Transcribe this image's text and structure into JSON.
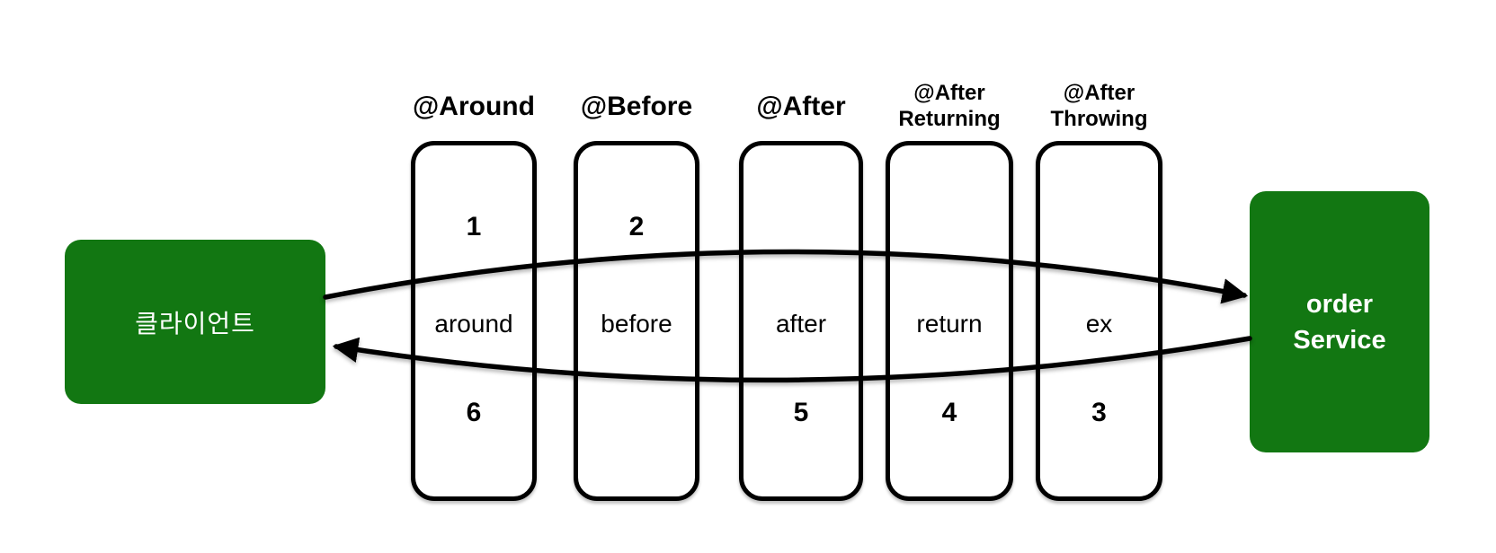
{
  "client": {
    "label": "클라이언트"
  },
  "service": {
    "lines": [
      "order",
      "Service"
    ]
  },
  "lanes": [
    {
      "title_lines": [
        "@Around"
      ],
      "top_number": "1",
      "middle_label": "around",
      "bottom_number": "6"
    },
    {
      "title_lines": [
        "@Before"
      ],
      "top_number": "2",
      "middle_label": "before",
      "bottom_number": ""
    },
    {
      "title_lines": [
        "@After"
      ],
      "top_number": "",
      "middle_label": "after",
      "bottom_number": "5"
    },
    {
      "title_lines": [
        "@After",
        "Returning"
      ],
      "top_number": "",
      "middle_label": "return",
      "bottom_number": "4"
    },
    {
      "title_lines": [
        "@After",
        "Throwing"
      ],
      "top_number": "",
      "middle_label": "ex",
      "bottom_number": "3"
    }
  ],
  "colors": {
    "node_green": "#127712",
    "stroke_black": "#000000",
    "label_white": "#ffffff"
  }
}
